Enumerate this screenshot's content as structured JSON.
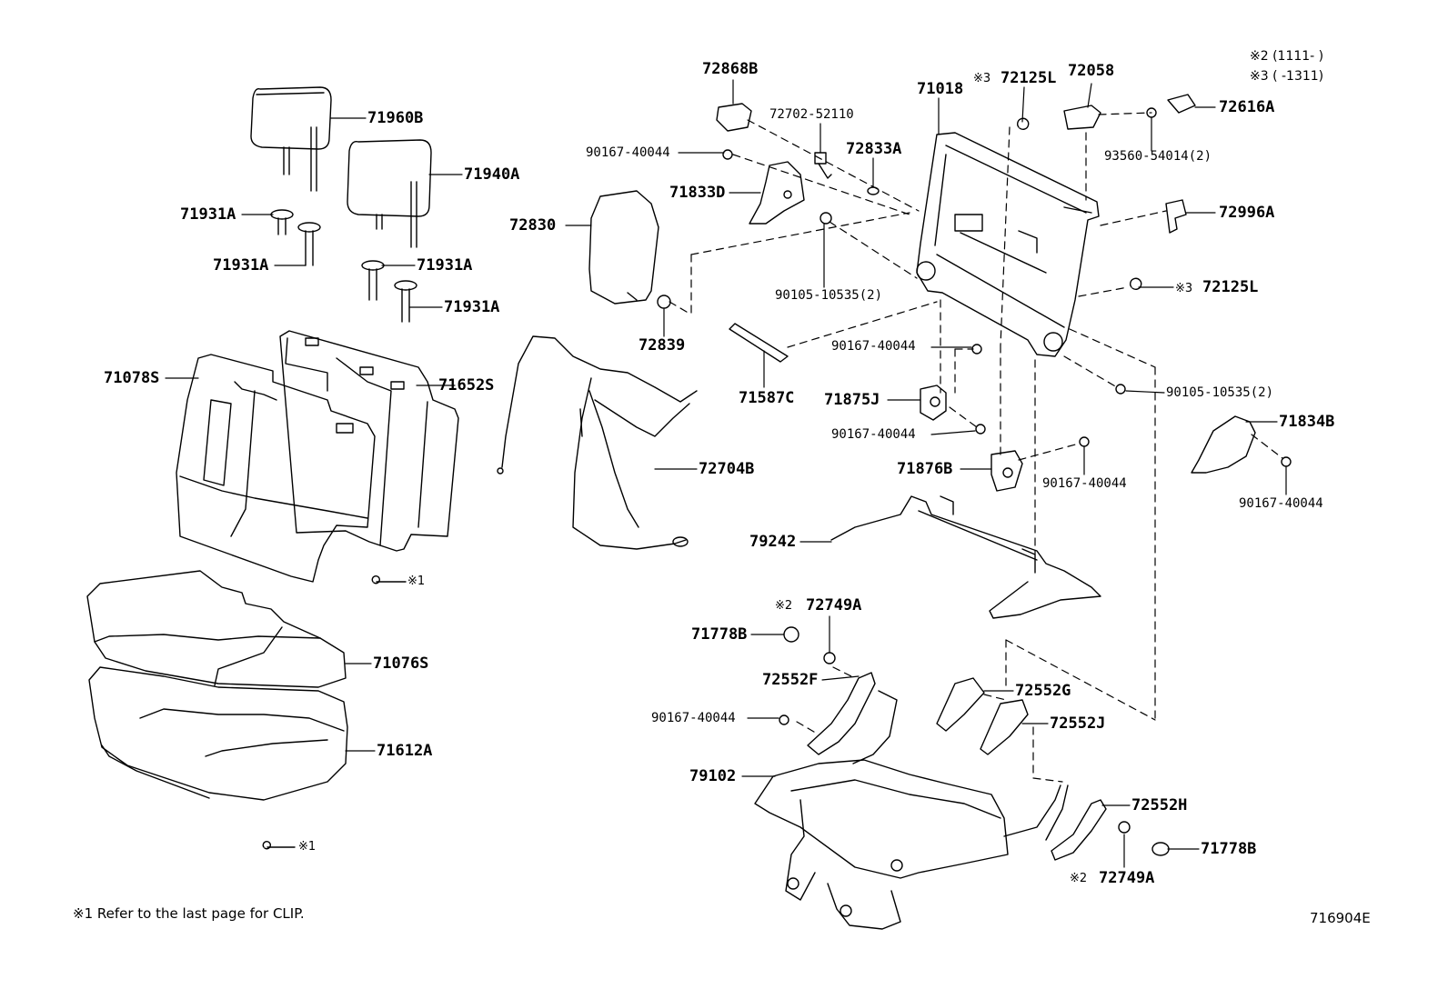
{
  "notes": {
    "range_2": "※2 (1111-     )",
    "range_3": "※3 (     -1311)",
    "footnote": "※1  Refer to the last page for CLIP.",
    "figure_id": "716904E"
  },
  "labels": {
    "p71960B": "71960B",
    "p71940A": "71940A",
    "p71931A_1": "71931A",
    "p71931A_2": "71931A",
    "p71931A_3": "71931A",
    "p71931A_4": "71931A",
    "p71078S": "71078S",
    "p71652S": "71652S",
    "clip1_a": "※1",
    "p71076S": "71076S",
    "p71612A": "71612A",
    "clip1_b": "※1",
    "p72868B": "72868B",
    "p72702": "72702-52110",
    "p90167_1": "90167-40044",
    "p72833A": "72833A",
    "p71833D": "71833D",
    "p72830": "72830",
    "p72839": "72839",
    "p90105_1": "90105-10535(2)",
    "p71018": "71018",
    "p72125L_1_mark": "※3",
    "p72125L_1": "72125L",
    "p72058": "72058",
    "p72616A": "72616A",
    "p93560": "93560-54014(2)",
    "p72996A": "72996A",
    "p72125L_2_mark": "※3",
    "p72125L_2": "72125L",
    "p71587C": "71587C",
    "p90167_2": "90167-40044",
    "p71875J": "71875J",
    "p90167_3": "90167-40044",
    "p90105_2": "90105-10535(2)",
    "p71834B": "71834B",
    "p72704B": "72704B",
    "p71876B": "71876B",
    "p90167_4": "90167-40044",
    "p90167_5": "90167-40044",
    "p79242": "79242",
    "p72749A_1_mark": "※2",
    "p72749A_1": "72749A",
    "p71778B_1": "71778B",
    "p72552F": "72552F",
    "p72552G": "72552G",
    "p90167_6": "90167-40044",
    "p72552J": "72552J",
    "p79102": "79102",
    "p72552H": "72552H",
    "p71778B_2": "71778B",
    "p72749A_2_mark": "※2",
    "p72749A_2": "72749A"
  }
}
